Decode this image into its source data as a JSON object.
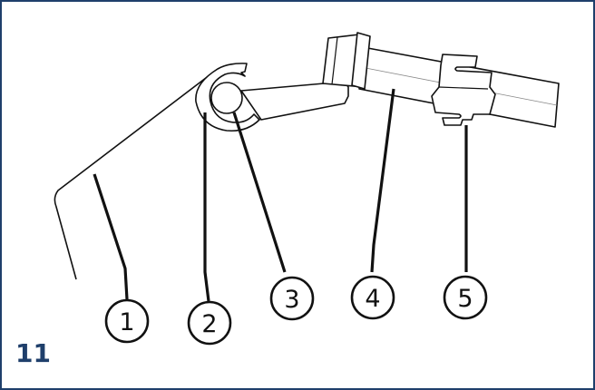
{
  "figure": {
    "number": "11",
    "frame_color": "#1f3f6b",
    "callouts": [
      "1",
      "2",
      "3",
      "4",
      "5"
    ]
  }
}
